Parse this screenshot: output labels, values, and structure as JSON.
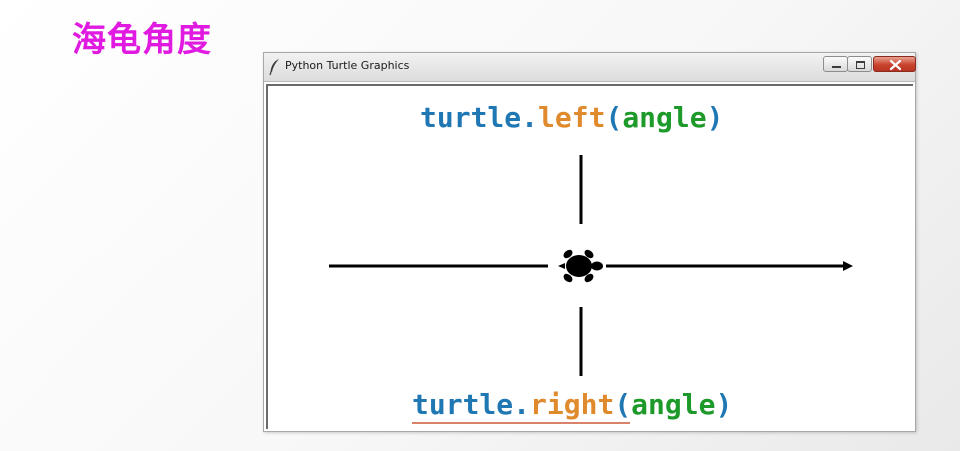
{
  "slide": {
    "title": "海龟角度"
  },
  "window": {
    "title": "Python Turtle Graphics",
    "icon": "feather-icon",
    "controls": [
      "minimize-icon",
      "maximize-icon",
      "close-icon"
    ]
  },
  "canvas": {
    "label_top": {
      "object": "turtle",
      "dot": ".",
      "method": "left",
      "open_paren": "(",
      "argument": "angle",
      "close_paren": ")"
    },
    "label_bottom": {
      "object": "turtle",
      "dot": ".",
      "method": "right",
      "open_paren": "(",
      "argument": "angle",
      "close_paren": ")"
    },
    "center_icon": "turtle-icon",
    "arrow_icon": "arrow-right-icon"
  },
  "colors": {
    "title": "#e01ae0",
    "object": "#1f77b4",
    "method": "#e08a2e",
    "argument": "#1e9a2a"
  }
}
